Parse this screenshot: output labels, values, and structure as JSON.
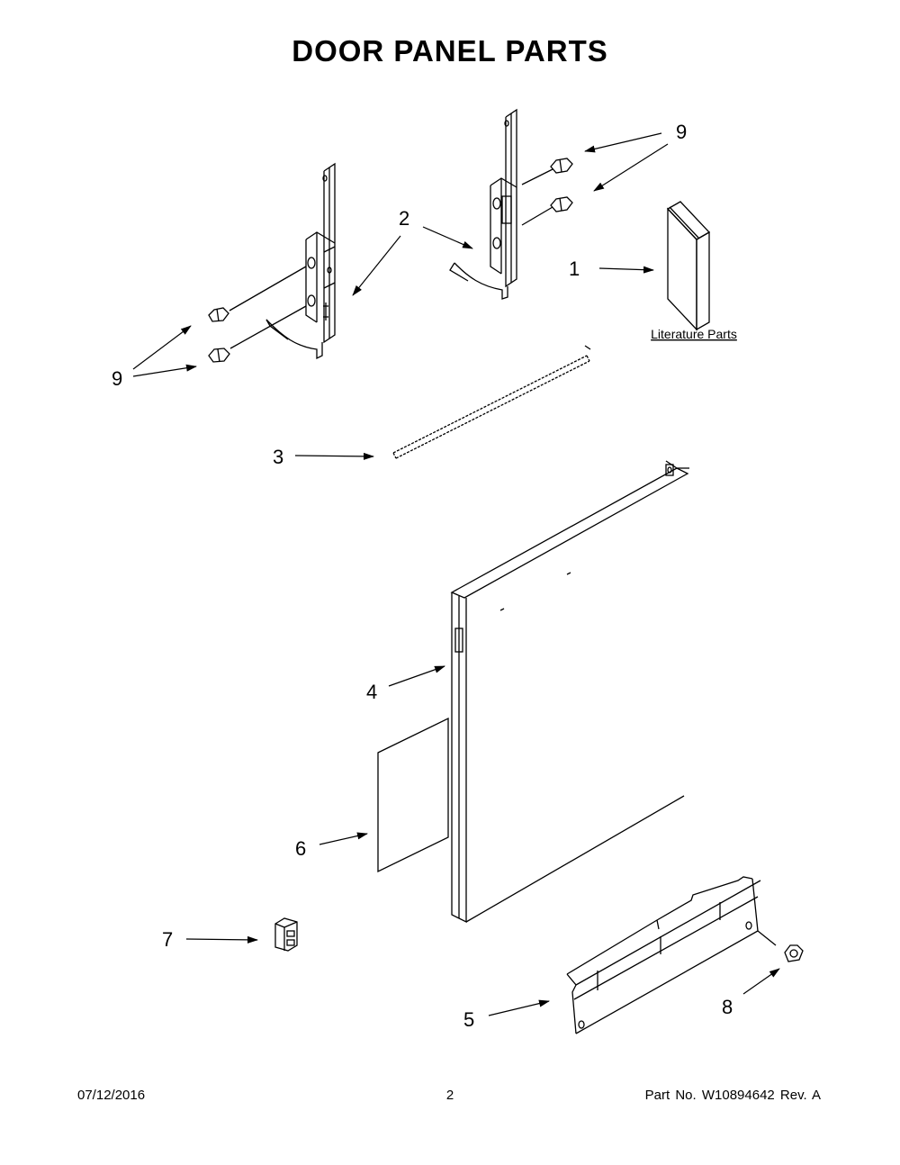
{
  "title": "DOOR PANEL PARTS",
  "callouts": [
    {
      "id": "1",
      "label": "1"
    },
    {
      "id": "2",
      "label": "2"
    },
    {
      "id": "3",
      "label": "3"
    },
    {
      "id": "4",
      "label": "4"
    },
    {
      "id": "5",
      "label": "5"
    },
    {
      "id": "6",
      "label": "6"
    },
    {
      "id": "7",
      "label": "7"
    },
    {
      "id": "8",
      "label": "8"
    },
    {
      "id": "9a",
      "label": "9"
    },
    {
      "id": "9b",
      "label": "9"
    }
  ],
  "literature_label": "Literature Parts",
  "footer": {
    "date": "07/12/2016",
    "page": "2",
    "part_no": "Part No.  W10894642  Rev.  A"
  }
}
